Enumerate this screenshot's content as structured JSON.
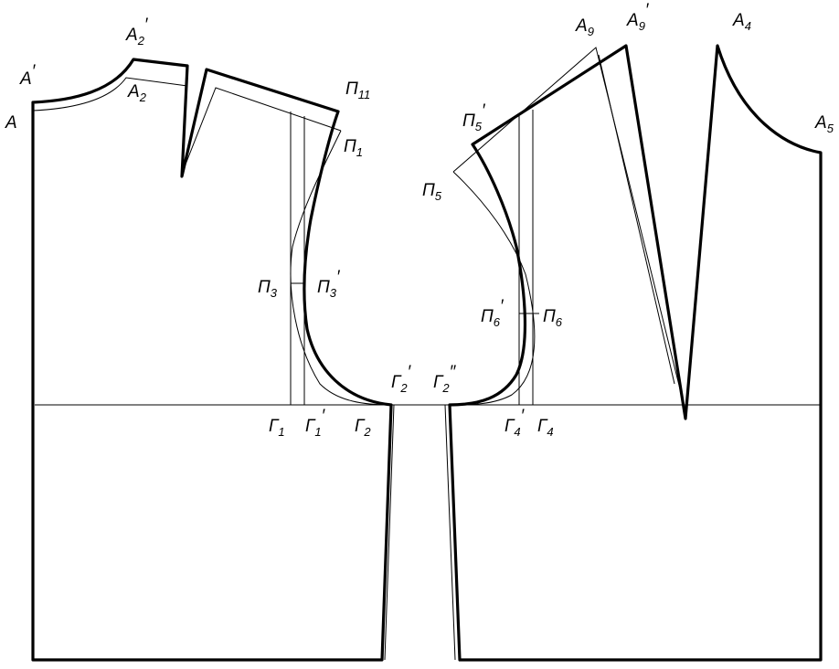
{
  "labels": {
    "A": {
      "main": "A",
      "sub": "",
      "prime": ""
    },
    "A1p": {
      "main": "A",
      "sub": "",
      "prime": "′"
    },
    "A2p": {
      "main": "A",
      "sub": "2",
      "prime": "′"
    },
    "A2": {
      "main": "A",
      "sub": "2",
      "prime": ""
    },
    "P11": {
      "main": "П",
      "sub": "11",
      "prime": ""
    },
    "P1": {
      "main": "П",
      "sub": "1",
      "prime": ""
    },
    "P3": {
      "main": "П",
      "sub": "3",
      "prime": ""
    },
    "P3p": {
      "main": "П",
      "sub": "3",
      "prime": "′"
    },
    "G1": {
      "main": "Г",
      "sub": "1",
      "prime": ""
    },
    "G1p": {
      "main": "Г",
      "sub": "1",
      "prime": "′"
    },
    "G2": {
      "main": "Г",
      "sub": "2",
      "prime": ""
    },
    "G2p": {
      "main": "Г",
      "sub": "2",
      "prime": "′"
    },
    "G2pp": {
      "main": "Г",
      "sub": "2",
      "prime": "″"
    },
    "G4p": {
      "main": "Г",
      "sub": "4",
      "prime": "′"
    },
    "G4": {
      "main": "Г",
      "sub": "4",
      "prime": ""
    },
    "P6p": {
      "main": "П",
      "sub": "6",
      "prime": "′"
    },
    "P6": {
      "main": "П",
      "sub": "6",
      "prime": ""
    },
    "P5": {
      "main": "П",
      "sub": "5",
      "prime": ""
    },
    "P5p": {
      "main": "П",
      "sub": "5",
      "prime": "′"
    },
    "A9": {
      "main": "A",
      "sub": "9",
      "prime": ""
    },
    "A9p": {
      "main": "A",
      "sub": "9",
      "prime": "′"
    },
    "A4": {
      "main": "A",
      "sub": "4",
      "prime": ""
    },
    "A5": {
      "main": "A",
      "sub": "5",
      "prime": ""
    }
  }
}
